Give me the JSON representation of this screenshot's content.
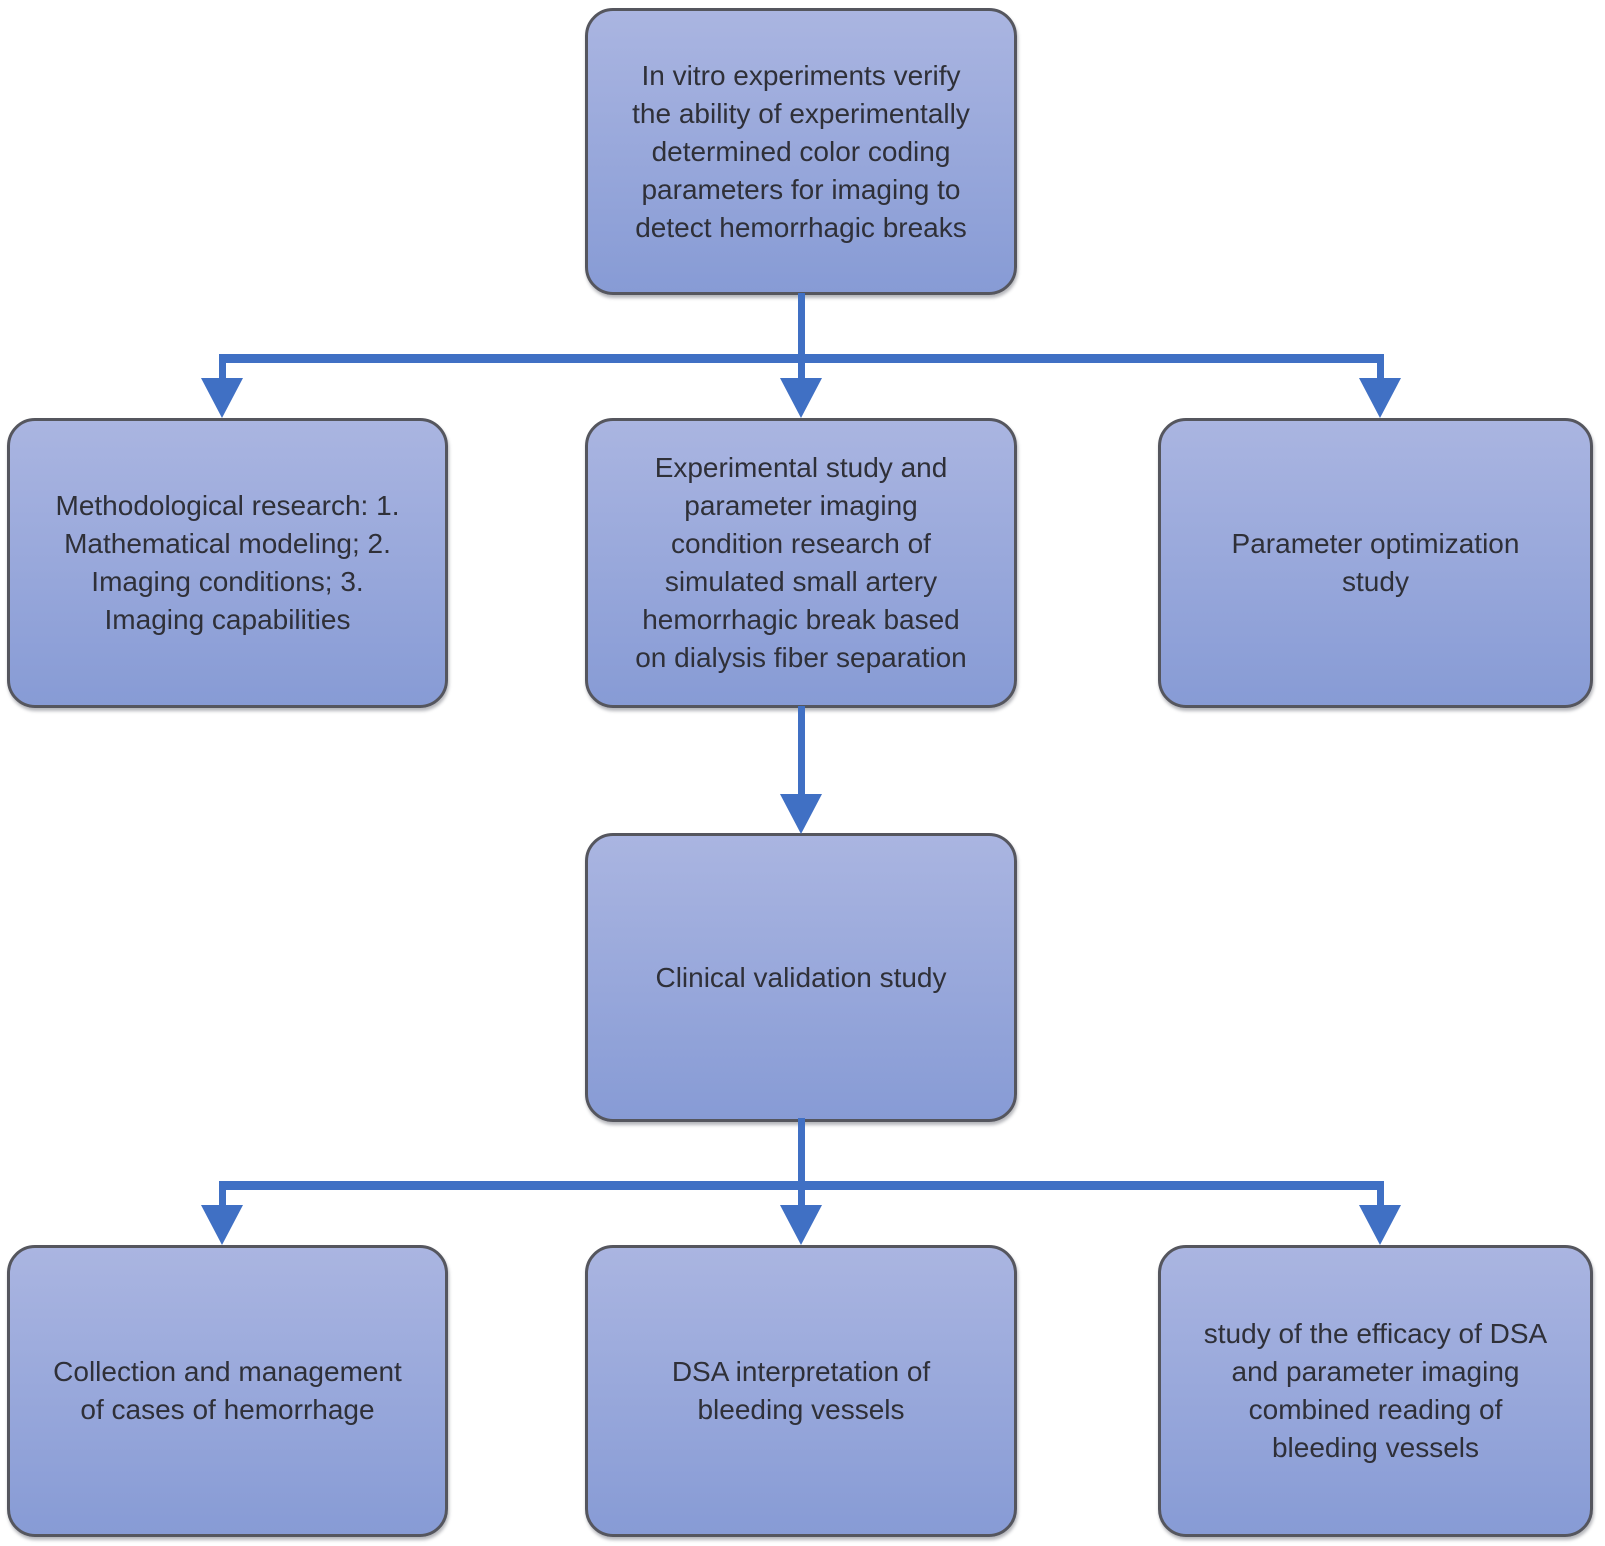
{
  "diagram": {
    "title": "Research flowchart",
    "nodes": {
      "root": {
        "text": "In vitro experiments verify\nthe ability of experimentally\ndetermined color coding\nparameters for imaging to\ndetect hemorrhagic breaks"
      },
      "method": {
        "text": "Methodological research: 1.\nMathematical modeling; 2.\nImaging conditions; 3.\nImaging capabilities"
      },
      "experimental": {
        "text": "Experimental study and\nparameter imaging\ncondition research of\nsimulated small artery\nhemorrhagic break based\non dialysis fiber separation"
      },
      "parameter": {
        "text": "Parameter optimization\nstudy"
      },
      "clinical": {
        "text": "Clinical validation study"
      },
      "collection": {
        "text": "Collection and management\nof cases of hemorrhage"
      },
      "dsa": {
        "text": "DSA interpretation of\nbleeding vessels"
      },
      "efficacy": {
        "text": "study of the efficacy of DSA\nand parameter imaging\ncombined reading of\nbleeding vessels"
      }
    },
    "edges": [
      {
        "from": "root",
        "to": "method"
      },
      {
        "from": "root",
        "to": "experimental"
      },
      {
        "from": "root",
        "to": "parameter"
      },
      {
        "from": "experimental",
        "to": "clinical"
      },
      {
        "from": "clinical",
        "to": "collection"
      },
      {
        "from": "clinical",
        "to": "dsa"
      },
      {
        "from": "clinical",
        "to": "efficacy"
      }
    ],
    "colors": {
      "box_fill_top": "#aab5e1",
      "box_fill_bottom": "#879bd5",
      "box_border": "#55565e",
      "arrow": "#4070c4",
      "text": "#2f3038",
      "background": "#ffffff"
    }
  }
}
